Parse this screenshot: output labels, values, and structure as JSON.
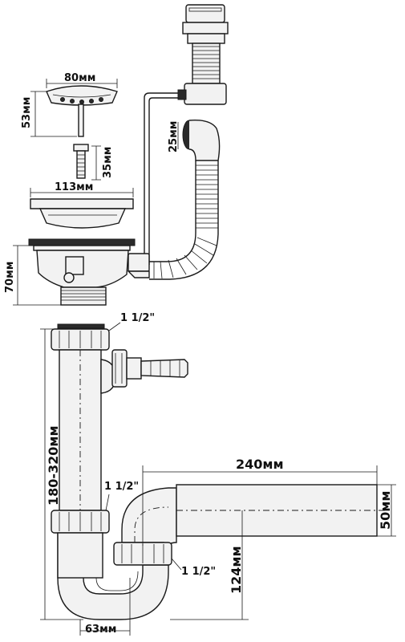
{
  "dimensions": {
    "strainer_diameter": "80мм",
    "strainer_height": "53мм",
    "screw_length": "35мм",
    "overflow_diameter": "25мм",
    "drain_diameter": "113мм",
    "drain_height": "70мм",
    "trap_height": "180-320мм",
    "outlet_length": "240мм",
    "outlet_diameter": "50мм",
    "outlet_height": "124мм",
    "trap_width": "63мм"
  },
  "threads": {
    "top": "1 1/2\"",
    "middle": "1 1/2\"",
    "bottom": "1 1/2\""
  },
  "colors": {
    "line": "#1a1a1a",
    "fill": "#f2f2f2",
    "dark": "#2a2a2a"
  }
}
